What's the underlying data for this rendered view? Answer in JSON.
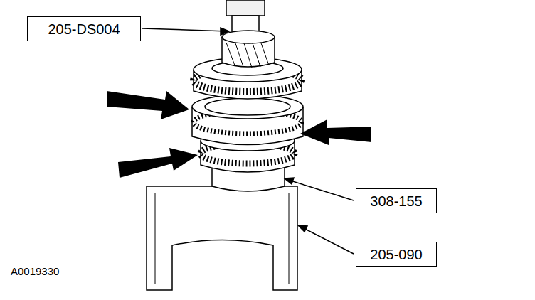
{
  "diagram": {
    "nodes": [
      {
        "text": [
          "205-DS004"
        ]
      },
      {
        "text": [
          "308-155"
        ]
      },
      {
        "text": [
          "205-090"
        ]
      }
    ],
    "labels": [
      "A0019330"
    ]
  }
}
